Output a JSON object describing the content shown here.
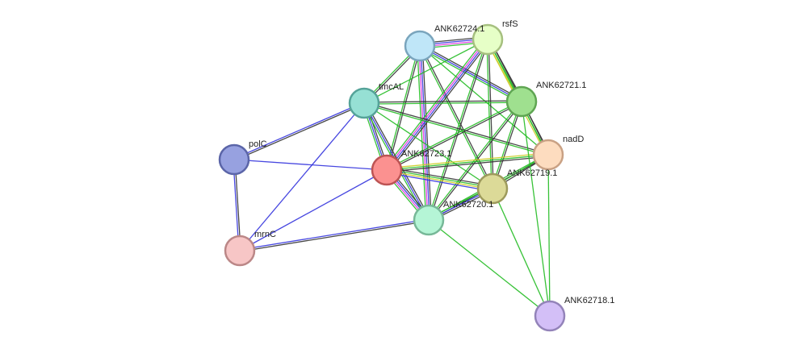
{
  "network": {
    "nodes": [
      {
        "id": "ANK62724.1",
        "label": "ANK62724.1",
        "color": "#bfe6f8",
        "stroke": "#7aa5bd"
      },
      {
        "id": "rsfS",
        "label": "rsfS",
        "color": "#e6ffc7",
        "stroke": "#a6c07f"
      },
      {
        "id": "ANK62721.1",
        "label": "ANK62721.1",
        "color": "#9fe08f",
        "stroke": "#5fa552"
      },
      {
        "id": "tmcAL",
        "label": "tmcAL",
        "color": "#96e0d4",
        "stroke": "#55a399"
      },
      {
        "id": "nadD",
        "label": "nadD",
        "color": "#fddcbf",
        "stroke": "#c9a184"
      },
      {
        "id": "polC",
        "label": "polC",
        "color": "#97a1e0",
        "stroke": "#5b65a8"
      },
      {
        "id": "ANK62723.1",
        "label": "ANK62723.1",
        "color": "#fb9190",
        "stroke": "#bd5454"
      },
      {
        "id": "ANK62719.1",
        "label": "ANK62719.1",
        "color": "#dcda98",
        "stroke": "#9d9a5c"
      },
      {
        "id": "ANK62720.1",
        "label": "ANK62720.1",
        "color": "#b5f5d6",
        "stroke": "#77b898"
      },
      {
        "id": "mrnC",
        "label": "mrnC",
        "color": "#f7c6c6",
        "stroke": "#bb8787"
      },
      {
        "id": "ANK62718.1",
        "label": "ANK62718.1",
        "color": "#d3bff7",
        "stroke": "#9383b9"
      }
    ],
    "edges": [
      {
        "source": "ANK62724.1",
        "target": "rsfS",
        "colors": [
          "#333333",
          "#3333dd",
          "#dd33dd",
          "#22bb22"
        ]
      },
      {
        "source": "ANK62724.1",
        "target": "tmcAL",
        "colors": [
          "#333333",
          "#22bb22"
        ]
      },
      {
        "source": "ANK62724.1",
        "target": "ANK62721.1",
        "colors": [
          "#333333",
          "#3333dd",
          "#22bb22"
        ]
      },
      {
        "source": "ANK62724.1",
        "target": "ANK62723.1",
        "colors": [
          "#333333",
          "#22bb22"
        ]
      },
      {
        "source": "ANK62724.1",
        "target": "ANK62720.1",
        "colors": [
          "#333333",
          "#3333dd",
          "#dd33dd",
          "#22bb22"
        ]
      },
      {
        "source": "ANK62724.1",
        "target": "ANK62719.1",
        "colors": [
          "#333333",
          "#22bb22"
        ]
      },
      {
        "source": "ANK62724.1",
        "target": "nadD",
        "colors": [
          "#22bb22"
        ]
      },
      {
        "source": "rsfS",
        "target": "ANK62721.1",
        "colors": [
          "#333333",
          "#22bb22",
          "#cccc22"
        ]
      },
      {
        "source": "rsfS",
        "target": "nadD",
        "colors": [
          "#333333",
          "#22bb22",
          "#cccc22"
        ]
      },
      {
        "source": "rsfS",
        "target": "ANK62723.1",
        "colors": [
          "#333333",
          "#3333dd",
          "#dd33dd",
          "#22bb22"
        ]
      },
      {
        "source": "rsfS",
        "target": "ANK62720.1",
        "colors": [
          "#333333",
          "#22bb22"
        ]
      },
      {
        "source": "rsfS",
        "target": "ANK62719.1",
        "colors": [
          "#333333",
          "#22bb22"
        ]
      },
      {
        "source": "rsfS",
        "target": "tmcAL",
        "colors": [
          "#22bb22"
        ]
      },
      {
        "source": "tmcAL",
        "target": "ANK62721.1",
        "colors": [
          "#333333",
          "#22bb22"
        ]
      },
      {
        "source": "tmcAL",
        "target": "ANK62723.1",
        "colors": [
          "#333333",
          "#3333dd",
          "#22bb22"
        ]
      },
      {
        "source": "tmcAL",
        "target": "ANK62720.1",
        "colors": [
          "#333333",
          "#3333dd",
          "#22bb22"
        ]
      },
      {
        "source": "tmcAL",
        "target": "nadD",
        "colors": [
          "#333333",
          "#22bb22"
        ]
      },
      {
        "source": "tmcAL",
        "target": "ANK62719.1",
        "colors": [
          "#22bb22"
        ]
      },
      {
        "source": "tmcAL",
        "target": "polC",
        "colors": [
          "#333333",
          "#3333dd"
        ]
      },
      {
        "source": "tmcAL",
        "target": "mrnC",
        "colors": [
          "#3333dd"
        ]
      },
      {
        "source": "ANK62721.1",
        "target": "ANK62723.1",
        "colors": [
          "#333333",
          "#22bb22"
        ]
      },
      {
        "source": "ANK62721.1",
        "target": "ANK62720.1",
        "colors": [
          "#333333",
          "#22bb22"
        ]
      },
      {
        "source": "ANK62721.1",
        "target": "ANK62719.1",
        "colors": [
          "#333333",
          "#22bb22"
        ]
      },
      {
        "source": "ANK62721.1",
        "target": "nadD",
        "colors": [
          "#333333",
          "#22bb22"
        ]
      },
      {
        "source": "nadD",
        "target": "ANK62723.1",
        "colors": [
          "#333333",
          "#22bb22",
          "#cccc22"
        ]
      },
      {
        "source": "nadD",
        "target": "ANK62720.1",
        "colors": [
          "#333333",
          "#22bb22"
        ]
      },
      {
        "source": "nadD",
        "target": "ANK62719.1",
        "colors": [
          "#333333",
          "#22bb22"
        ]
      },
      {
        "source": "nadD",
        "target": "ANK62718.1",
        "colors": [
          "#22bb22"
        ]
      },
      {
        "source": "ANK62723.1",
        "target": "ANK62719.1",
        "colors": [
          "#333333",
          "#22bb22",
          "#cccc22",
          "#3333dd"
        ]
      },
      {
        "source": "ANK62723.1",
        "target": "ANK62720.1",
        "colors": [
          "#333333",
          "#3333dd",
          "#dd33dd",
          "#22bb22"
        ]
      },
      {
        "source": "ANK62723.1",
        "target": "polC",
        "colors": [
          "#3333dd"
        ]
      },
      {
        "source": "ANK62723.1",
        "target": "mrnC",
        "colors": [
          "#3333dd"
        ]
      },
      {
        "source": "ANK62719.1",
        "target": "ANK62720.1",
        "colors": [
          "#333333",
          "#3333dd",
          "#22bb22"
        ]
      },
      {
        "source": "ANK62719.1",
        "target": "ANK62718.1",
        "colors": [
          "#22bb22"
        ]
      },
      {
        "source": "ANK62720.1",
        "target": "mrnC",
        "colors": [
          "#333333",
          "#3333dd"
        ]
      },
      {
        "source": "ANK62720.1",
        "target": "ANK62718.1",
        "colors": [
          "#22bb22"
        ]
      },
      {
        "source": "polC",
        "target": "mrnC",
        "colors": [
          "#333333",
          "#3333dd"
        ]
      },
      {
        "source": "ANK62721.1",
        "target": "ANK62718.1",
        "colors": [
          "#22bb22"
        ]
      }
    ]
  }
}
